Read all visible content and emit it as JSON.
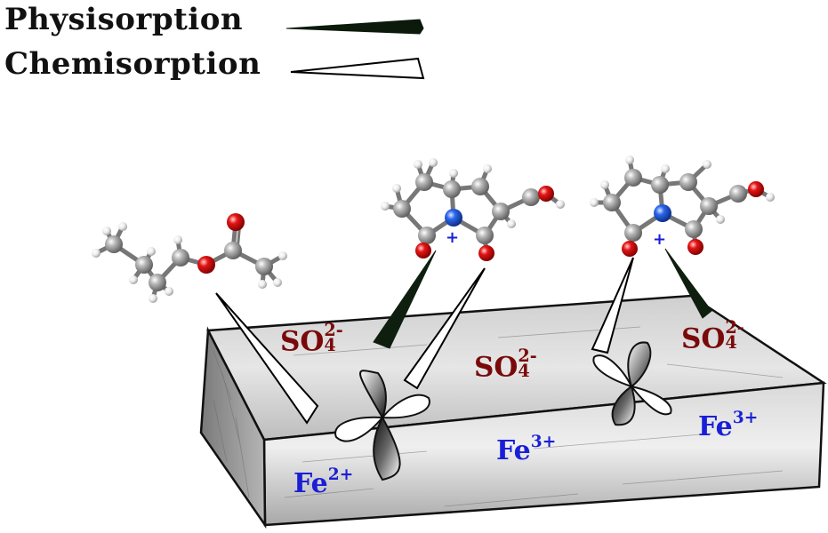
{
  "legend": {
    "physisorption": "Physisorption",
    "chemisorption": "Chemisorption"
  },
  "ions": {
    "fe2": {
      "element": "Fe",
      "charge": "2+"
    },
    "fe3_a": {
      "element": "Fe",
      "charge": "3+"
    },
    "fe3_b": {
      "element": "Fe",
      "charge": "3+"
    },
    "so4_a": {
      "formula": "SO",
      "sub": "4",
      "charge": "2-"
    },
    "so4_b": {
      "formula": "SO",
      "sub": "4",
      "charge": "2-"
    },
    "so4_c": {
      "formula": "SO",
      "sub": "4",
      "charge": "2-"
    }
  },
  "plus_signs": [
    "+",
    "+"
  ],
  "colors": {
    "fe_ion": "#1a1fd6",
    "sulfate_ion": "#7a0a0a",
    "carbon_atom": "#9a9a9a",
    "oxygen_atom": "#e01010",
    "nitrogen_atom": "#1f5fe0",
    "hydrogen_atom": "#f2f2f2"
  }
}
